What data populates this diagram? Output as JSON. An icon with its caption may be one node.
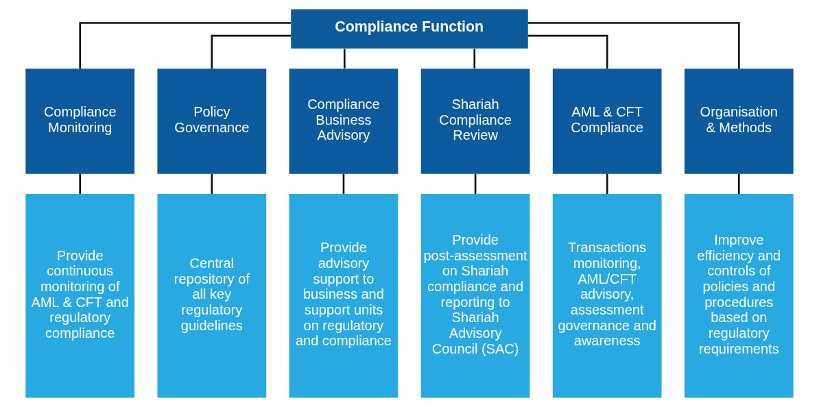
{
  "diagram": {
    "nodes": [
      {
        "text": [
          "Compliance Function"
        ]
      },
      {
        "text": [
          "Compliance Monitoring"
        ]
      },
      {
        "text": [
          "Policy Governance"
        ]
      },
      {
        "text": [
          "Compliance Business Advisory"
        ]
      },
      {
        "text": [
          "Shariah Compliance Review"
        ]
      },
      {
        "text": [
          "AML & CFT Compliance"
        ]
      },
      {
        "text": [
          "Organisation & Methods"
        ]
      },
      {
        "text": [
          "Provide continuous monitoring of AML & CFT and regulatory compliance"
        ]
      },
      {
        "text": [
          "Central repository of all key regulatory guidelines"
        ]
      },
      {
        "text": [
          "Provide advisory support to business and support units on regulatory and compliance"
        ]
      },
      {
        "text": [
          "Provide post-assessment on Shariah compliance and reporting to Shariah Advisory Council (SAC)"
        ]
      },
      {
        "text": [
          "Transactions monitoring, AML/CFT advisory, assessment governance and awareness"
        ]
      },
      {
        "text": [
          "Improve efficiency and controls of policies and procedures based on regulatory requirements"
        ]
      }
    ],
    "edges": [
      {
        "from": 0,
        "to": 1,
        "arrow": "none"
      },
      {
        "from": 0,
        "to": 2,
        "arrow": "none"
      },
      {
        "from": 0,
        "to": 3,
        "arrow": "none"
      },
      {
        "from": 0,
        "to": 4,
        "arrow": "none"
      },
      {
        "from": 0,
        "to": 5,
        "arrow": "none"
      },
      {
        "from": 0,
        "to": 6,
        "arrow": "none"
      },
      {
        "from": 1,
        "to": 7,
        "arrow": "none"
      },
      {
        "from": 2,
        "to": 8,
        "arrow": "none"
      },
      {
        "from": 3,
        "to": 9,
        "arrow": "none"
      },
      {
        "from": 4,
        "to": 10,
        "arrow": "none"
      },
      {
        "from": 5,
        "to": 11,
        "arrow": "none"
      },
      {
        "from": 6,
        "to": 12,
        "arrow": "none"
      }
    ]
  }
}
